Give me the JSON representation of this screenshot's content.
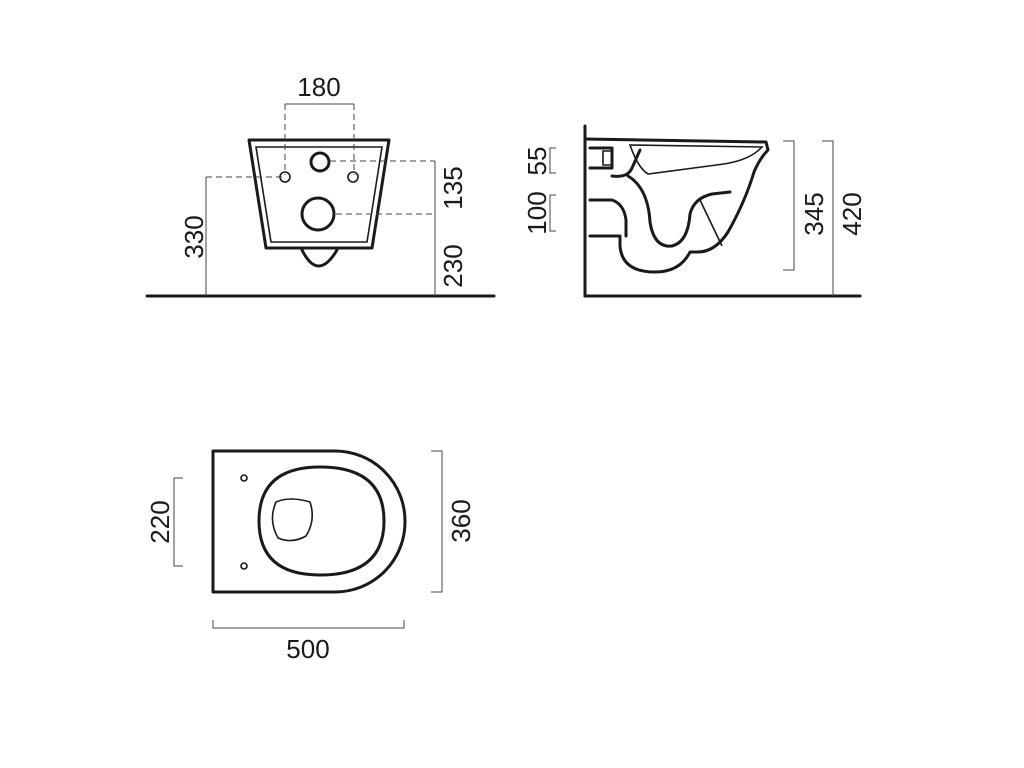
{
  "front_view": {
    "dim_hole_spacing": "180",
    "dim_height_total": "330",
    "dim_hole_offset": "135",
    "dim_floor_to_hole": "230"
  },
  "side_view": {
    "dim_inlet": "55",
    "dim_outlet": "100",
    "dim_rim_height": "345",
    "dim_total_height": "420"
  },
  "top_view": {
    "dim_fixing_spacing": "220",
    "dim_width": "360",
    "dim_length": "500"
  },
  "colors": {
    "line": "#1a1a1a",
    "dimension": "#444444"
  }
}
